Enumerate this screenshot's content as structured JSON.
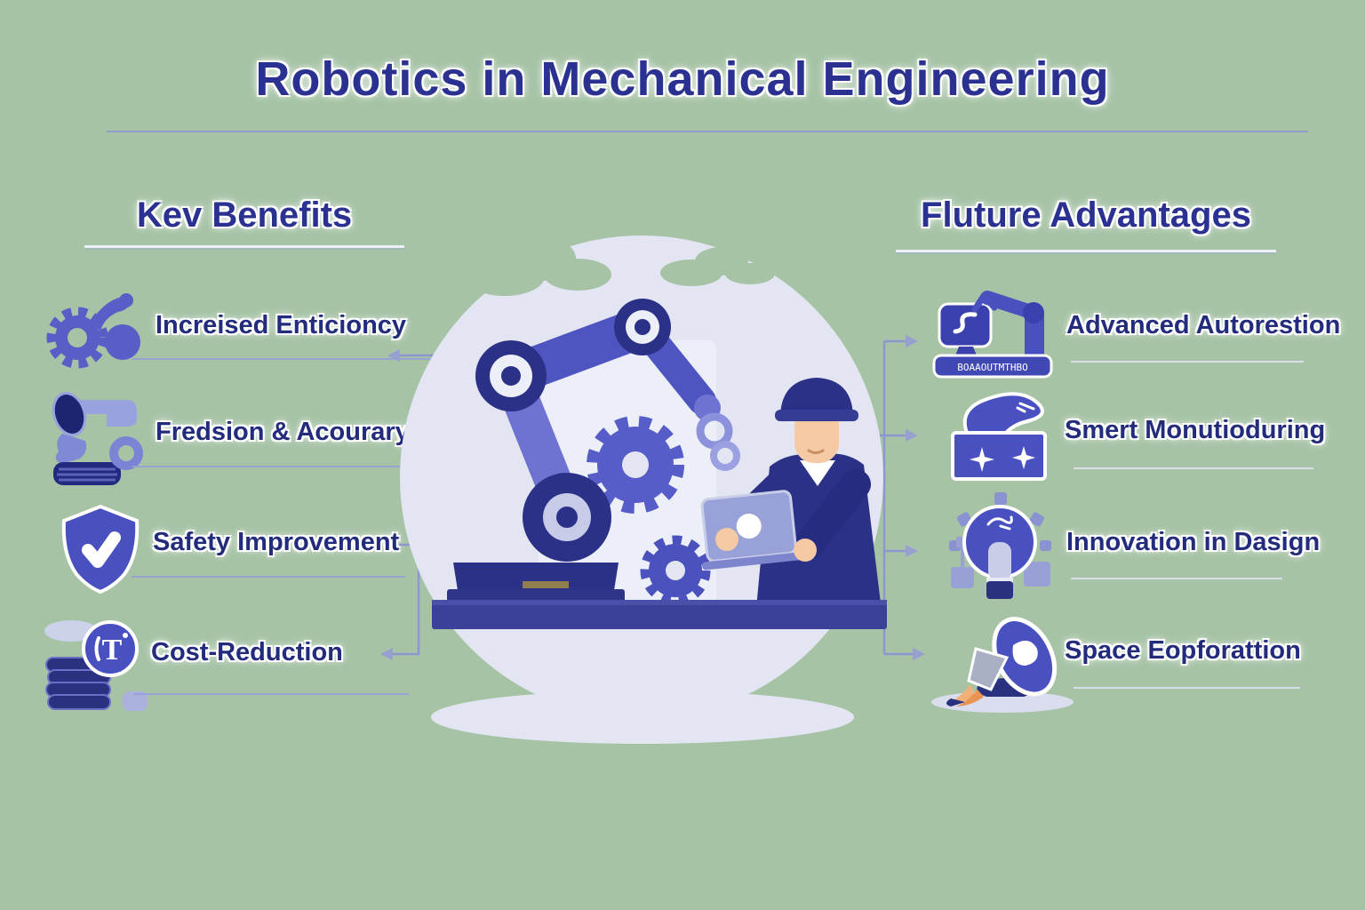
{
  "palette": {
    "background": "#a6c3a6",
    "title_navy": "#2a3190",
    "text_navy": "#232b7c",
    "indigo": "#4950c0",
    "periwinkle": "#8d96cf",
    "light_lavender": "#e3e6f2"
  },
  "title": {
    "text": "Robotics in Mechanical Engineering"
  },
  "left_panel": {
    "heading": "Kev Benefits",
    "items": [
      {
        "label": "Increised Enticioncy",
        "icon": "gear-arm-icon"
      },
      {
        "label": "Fredsion & Acourary",
        "icon": "robotic-dispenser-icon"
      },
      {
        "label": "Safety Improvement",
        "icon": "shield-check-icon"
      },
      {
        "label": "Cost-Reduction",
        "icon": "coin-stack-icon"
      }
    ]
  },
  "right_panel": {
    "heading": "Fluture Advantages",
    "items": [
      {
        "label": "Advanced Autorestion",
        "icon": "robot-arm-console-icon",
        "console_glyphs": "BOAAOUTMTHBO"
      },
      {
        "label": "Smert Monutioduring",
        "icon": "sparkle-box-icon"
      },
      {
        "label": "Innovation in Dasign",
        "icon": "lightbulb-network-icon"
      },
      {
        "label": "Space Eopforattion",
        "icon": "rocket-icon"
      }
    ]
  },
  "center_illustration": {
    "icon": "robotic-arm-engineer-illustration"
  }
}
